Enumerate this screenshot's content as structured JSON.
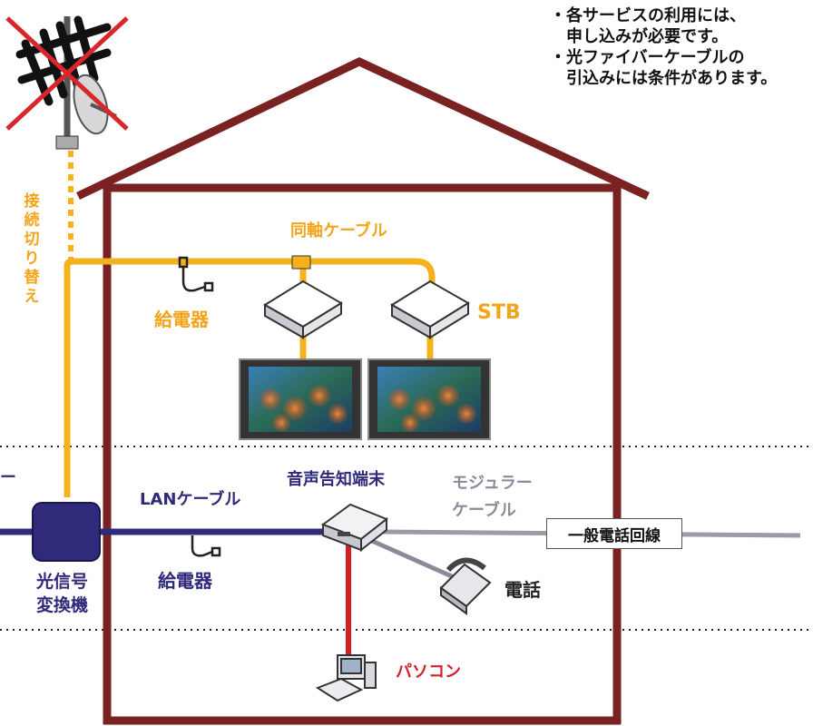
{
  "notes": {
    "bullet_1_line_1": "・各サービスの利用には、",
    "bullet_1_line_2": "申し込みが必要です。",
    "bullet_2_line_1": "・光ファイバーケーブルの",
    "bullet_2_line_2": "引込みには条件があります。"
  },
  "labels": {
    "switch_over": "接続切り替え",
    "coax_cable": "同軸ケーブル",
    "power_supply_top": "給電器",
    "stb": "STB",
    "voice_terminal": "音声告知端末",
    "modular_cable_line_1": "モジュラー",
    "modular_cable_line_2": "ケーブル",
    "lan_cable": "LANケーブル",
    "power_supply_bottom": "給電器",
    "converter_line_1": "光信号",
    "converter_line_2": "変換機",
    "telephone": "電話",
    "pc": "パソコン",
    "fiber_cut": "バー",
    "general_phone_line": "一般電話回線"
  },
  "colors": {
    "house": "#7a2222",
    "coax": "#f5b21d",
    "coax_text": "#f2a51b",
    "lan": "#2f2a7a",
    "lan_text": "#2f2a7a",
    "phone_cable": "#8a8a9a",
    "pc_cable": "#d4202a",
    "pc_text": "#d4202a",
    "no_antenna_cross": "#d9262c"
  },
  "icons": [
    "antenna-icon",
    "satellite-dish-icon",
    "stb-icon",
    "tv-icon",
    "power-supply-icon",
    "converter-icon",
    "terminal-icon",
    "telephone-icon",
    "pc-icon"
  ]
}
